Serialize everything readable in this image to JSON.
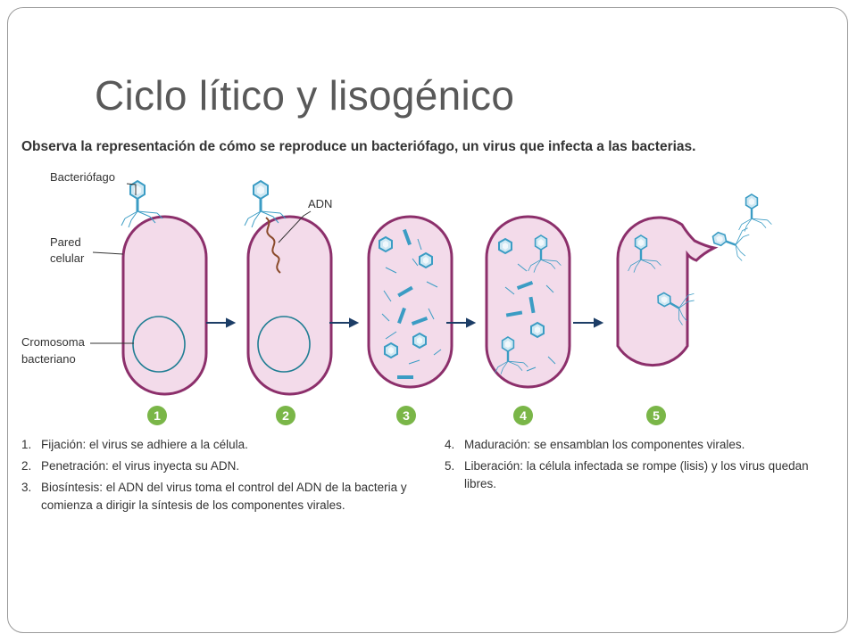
{
  "slide": {
    "title": "Ciclo lítico y lisogénico",
    "intro": "Observa la representación de cómo se reproduce un bacteriófago, un virus que infecta a las bacterias."
  },
  "labels": {
    "bacteriophage": "Bacteriófago",
    "dna": "ADN",
    "cell_wall_line1": "Pared",
    "cell_wall_line2": "celular",
    "chromosome_line1": "Cromosoma",
    "chromosome_line2": "bacteriano"
  },
  "stage_numbers": [
    "1",
    "2",
    "3",
    "4",
    "5"
  ],
  "steps": [
    {
      "num": "1.",
      "text": "Fijación: el virus se adhiere a la célula."
    },
    {
      "num": "2.",
      "text": "Penetración: el virus inyecta su ADN."
    },
    {
      "num": "3.",
      "text": "Biosíntesis: el ADN del virus toma el control del ADN de la bacteria y comienza a dirigir la síntesis de los componentes virales."
    },
    {
      "num": "4.",
      "text": "Maduración: se ensamblan los componentes virales."
    },
    {
      "num": "5.",
      "text": "Liberación: la célula infectada se rompe (lisis) y los virus quedan libres."
    }
  ],
  "colors": {
    "cell_fill": "#f3dbea",
    "cell_wall": "#8c2f6b",
    "chromosome": "#1f7d93",
    "phage": "#3b9cc4",
    "badge": "#7ab648",
    "arrow": "#1c3d66",
    "dna_strand": "#8a4a2b"
  }
}
